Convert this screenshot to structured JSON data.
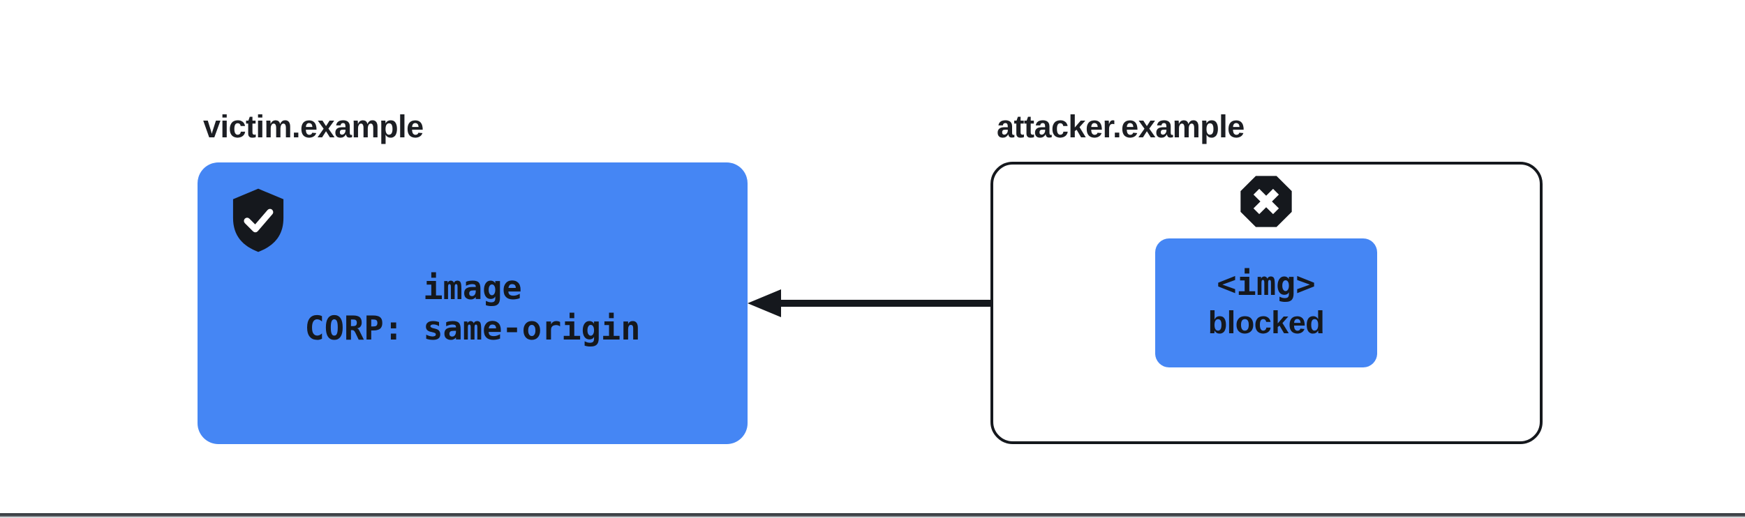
{
  "diagram": {
    "title_context": "Cross-Origin Resource Policy diagram",
    "victim": {
      "domain_label": "victim.example",
      "resource_line": "image",
      "policy_line": "CORP: same-origin",
      "icon": "shield-check-icon"
    },
    "attacker": {
      "domain_label": "attacker.example",
      "icon": "blocked-x-octagon-icon",
      "request": {
        "tag_line": "<img>",
        "status_line": "blocked"
      }
    },
    "arrow": {
      "direction": "right-to-left",
      "from": "attacker.example <img> request",
      "to": "victim.example image"
    },
    "colors": {
      "accent_blue": "#4586f4",
      "ink": "#15181d",
      "background": "#ffffff",
      "footer_rule_dark": "#3e4247",
      "footer_rule_light": "#8f9499"
    }
  }
}
